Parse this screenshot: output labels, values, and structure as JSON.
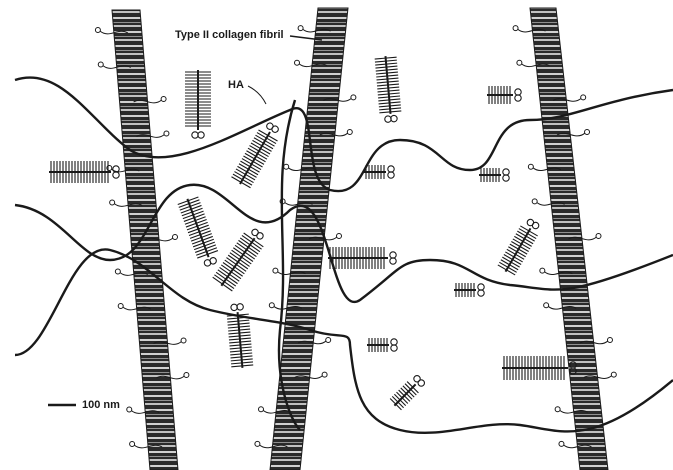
{
  "labels": {
    "collagen_fibril": "Type II collagen fibril",
    "hyaluronan": "HA",
    "scale_bar": "100 nm"
  },
  "colors": {
    "ink": "#1a1a1a",
    "fibril_dark": "#2a2a2a",
    "fibril_light": "#b8b8b8"
  },
  "icons": [
    "collagen-fibril-icon",
    "proteoglycan-aggregate-icon",
    "hyaluronan-strand-icon",
    "small-proteoglycan-icon"
  ]
}
